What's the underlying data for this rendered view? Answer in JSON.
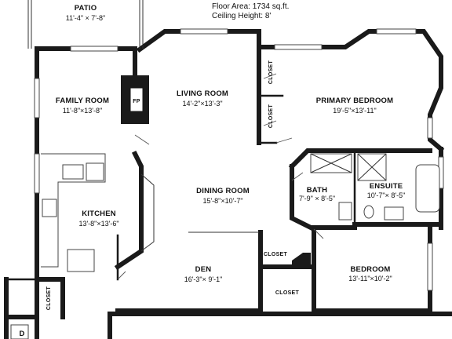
{
  "header": {
    "floor_area": "Floor Area: 1734 sq.ft.",
    "ceiling_height": "Ceiling Height: 8'"
  },
  "rooms": {
    "patio": {
      "name": "PATIO",
      "dims": "11'-4\" × 7'-8\""
    },
    "family_room": {
      "name": "FAMILY ROOM",
      "dims": "11'-8\"×13'-8\""
    },
    "living_room": {
      "name": "LIVING ROOM",
      "dims": "14'-2\"×13'-3\""
    },
    "primary_bedroom": {
      "name": "PRIMARY BEDROOM",
      "dims": "19'-5\"×13'-11\""
    },
    "dining_room": {
      "name": "DINING ROOM",
      "dims": "15'-8\"×10'-7\""
    },
    "kitchen": {
      "name": "KITCHEN",
      "dims": "13'-8\"×13'-6\""
    },
    "bath": {
      "name": "BATH",
      "dims": "7'-9\" × 8'-5\""
    },
    "ensuite": {
      "name": "ENSUITE",
      "dims": "10'-7\"× 8'-5\""
    },
    "den": {
      "name": "DEN",
      "dims": "16'-3\"× 9'-1\""
    },
    "bedroom": {
      "name": "BEDROOM",
      "dims": "13'-11\"×10'-2\""
    }
  },
  "closets": {
    "closet_1": "CLOSET",
    "closet_2": "CLOSET",
    "closet_3": "CLOSET",
    "closet_4": "CLOSET",
    "closet_5": "CLOSET"
  },
  "fireplace": "FP",
  "partial_label": "D"
}
